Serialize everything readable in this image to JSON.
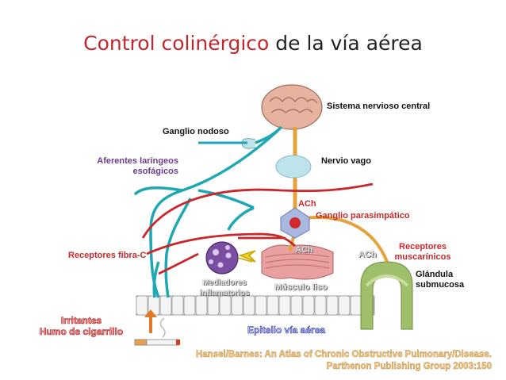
{
  "title": {
    "accent": "Control colinérgico",
    "rest": " de la vía aérea"
  },
  "labels": {
    "cns": "Sistema nervioso central",
    "nodose": "Ganglio nodoso",
    "afferents_line1": "Aferentes laríngeos",
    "afferents_line2": "esofágicos",
    "vagus": "Nervio vago",
    "ach_top": "ACh",
    "parasympathetic": "Ganglio parasimpático",
    "ach_muscle": "ACh",
    "ach_gland": "ACh",
    "muscarinic_line1": "Receptores",
    "muscarinic_line2": "muscarínicos",
    "c_fiber": "Receptores fibra-C",
    "gland_line1": "Glándula",
    "gland_line2": "submucosa",
    "mediators_line1": "Mediadores",
    "mediators_line2": "inflamatorios",
    "smooth_muscle": "Músculo liso",
    "irritants_line1": "Irritantes",
    "irritants_line2": "Humo de cigarrillo",
    "epithelium": "Epitelio vía aérea"
  },
  "citation": {
    "line1": "Hansel/Barnes: An Atlas of Chronic Obstructive Pulmonary/Disease.",
    "line2": "Parthenon Publishing Group 2003:150"
  },
  "colors": {
    "teal": "#1fa7b4",
    "red": "#c8282c",
    "orange": "#e4a23a",
    "purple": "#6a3c8f"
  }
}
